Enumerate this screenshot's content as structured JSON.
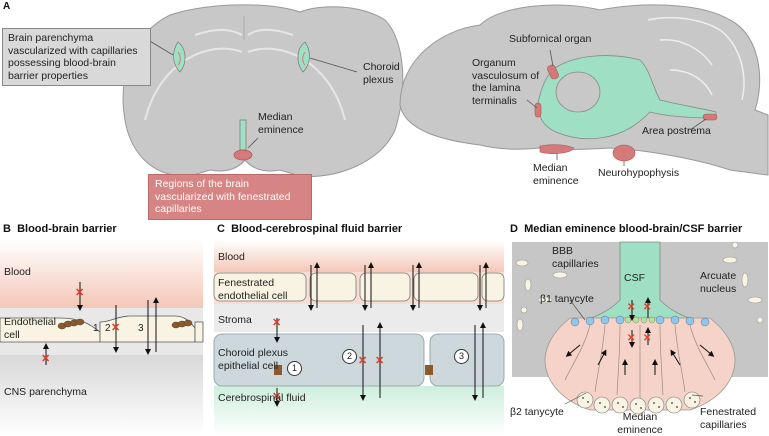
{
  "panel_a": {
    "letter": "A",
    "bbb_callout": "Brain parenchyma vascularized with capillaries possessing blood-brain barrier properties",
    "choroid_label": "Choroid plexus",
    "median_eminence_label": "Median eminence",
    "fenestrated_callout": "Regions of the brain vascularized with fenestrated capillaries",
    "sagittal": {
      "subfornical": "Subfornical organ",
      "ovlt": "Organum vasculosum of the lamina terminalis",
      "area_postrema": "Area postrema",
      "median_eminence": "Median eminence",
      "neurohypophysis": "Neurohypophysis"
    }
  },
  "panel_b": {
    "letter": "B",
    "title": "Blood-brain barrier",
    "blood": "Blood",
    "endothelial": "Endothelial cell",
    "cns": "CNS parenchyma",
    "route_numbers": [
      "1",
      "2",
      "3"
    ]
  },
  "panel_c": {
    "letter": "C",
    "title": "Blood-cerebrospinal fluid barrier",
    "blood": "Blood",
    "fenestrated": "Fenestrated endothelial cell",
    "stroma": "Stroma",
    "choroid_epithelial": "Choroid plexus epithelial cell",
    "csf": "Cerebrospinal fluid",
    "route_numbers": [
      "1",
      "2",
      "3"
    ]
  },
  "panel_d": {
    "letter": "D",
    "title": "Median eminence blood-brain/CSF barrier",
    "bbb_capillaries": "BBB capillaries",
    "csf": "CSF",
    "arcuate": "Arcuate nucleus",
    "b1_tanycyte": "β1 tanycyte",
    "b2_tanycyte": "β2 tanycyte",
    "median_eminence": "Median eminence",
    "fenestrated_capillaries": "Fenestrated capillaries"
  },
  "colors": {
    "brain_gray": "#c8c8c8",
    "ventricle_green": "#9fe0c4",
    "fenestrated_red": "#d47a7a",
    "blood_pink": "#f6d3c8",
    "csf_green": "#cfeedd",
    "cell_fill": "#f8f3e3",
    "epithelial_fill": "#cdd8dc"
  }
}
